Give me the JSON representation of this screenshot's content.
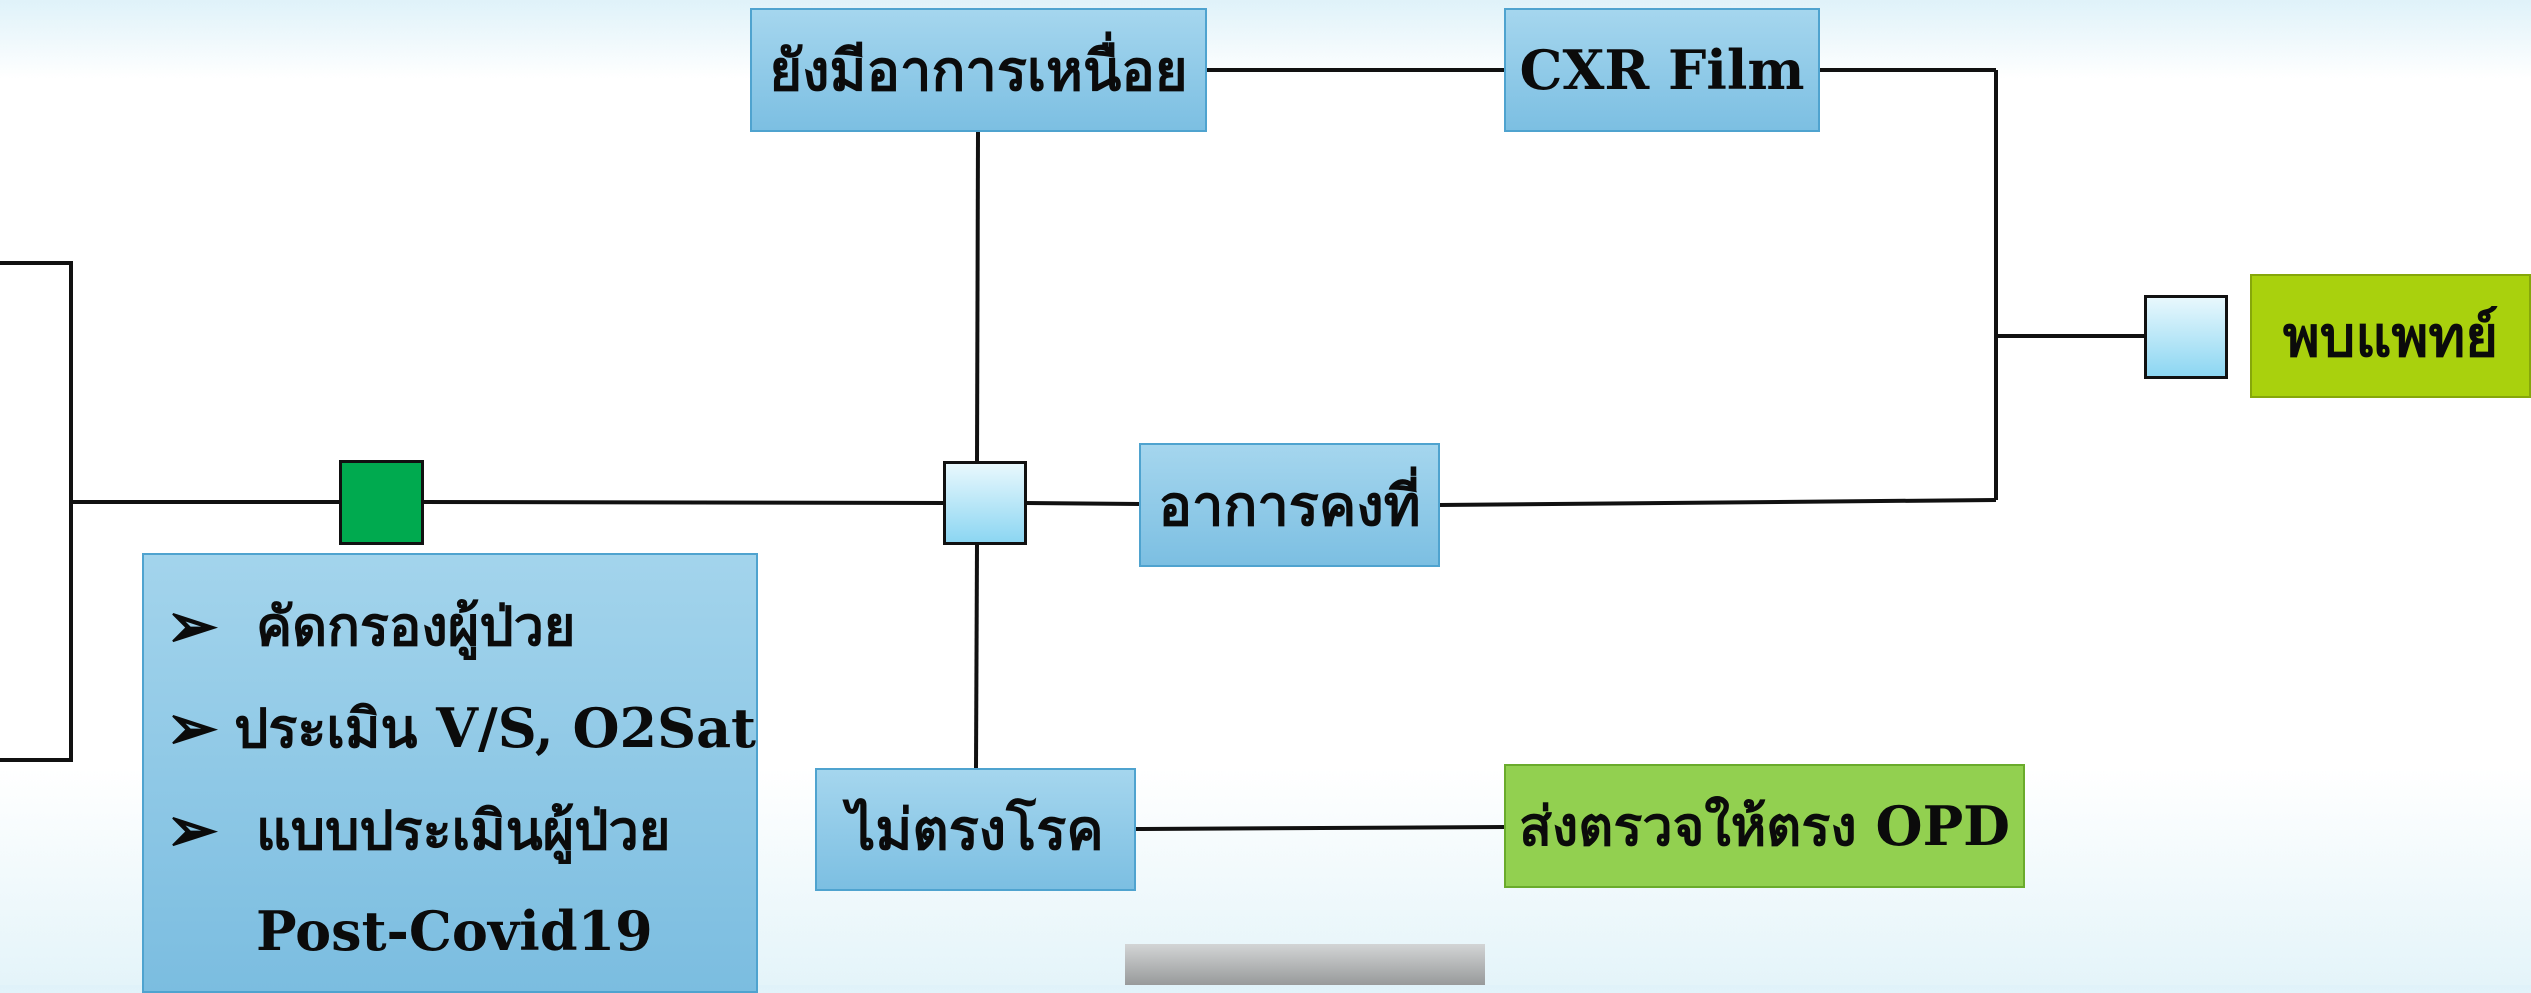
{
  "boxes": {
    "still_tired": "ยังมีอาการเหนื่อย",
    "cxr_film": "CXR Film",
    "stable": "อาการคงที่",
    "see_doctor": "พบแพทย์",
    "not_match": "ไม่ตรงโรค",
    "send_opd": "ส่งตรวจให้ตรง OPD"
  },
  "checklist": {
    "bullet": "➢",
    "items": [
      "คัดกรองผู้ป่วย",
      "ประเมิน V/S, O2Sat",
      "แบบประเมินผู้ป่วย"
    ],
    "continuation": "Post-Covid19"
  },
  "colors": {
    "blue_box": "#86c4e4",
    "green_box": "#92d050",
    "lime_box": "#a9d10d",
    "start_node": "#00aa4f",
    "decision_node": "#8cd6f2",
    "line": "#111111"
  }
}
